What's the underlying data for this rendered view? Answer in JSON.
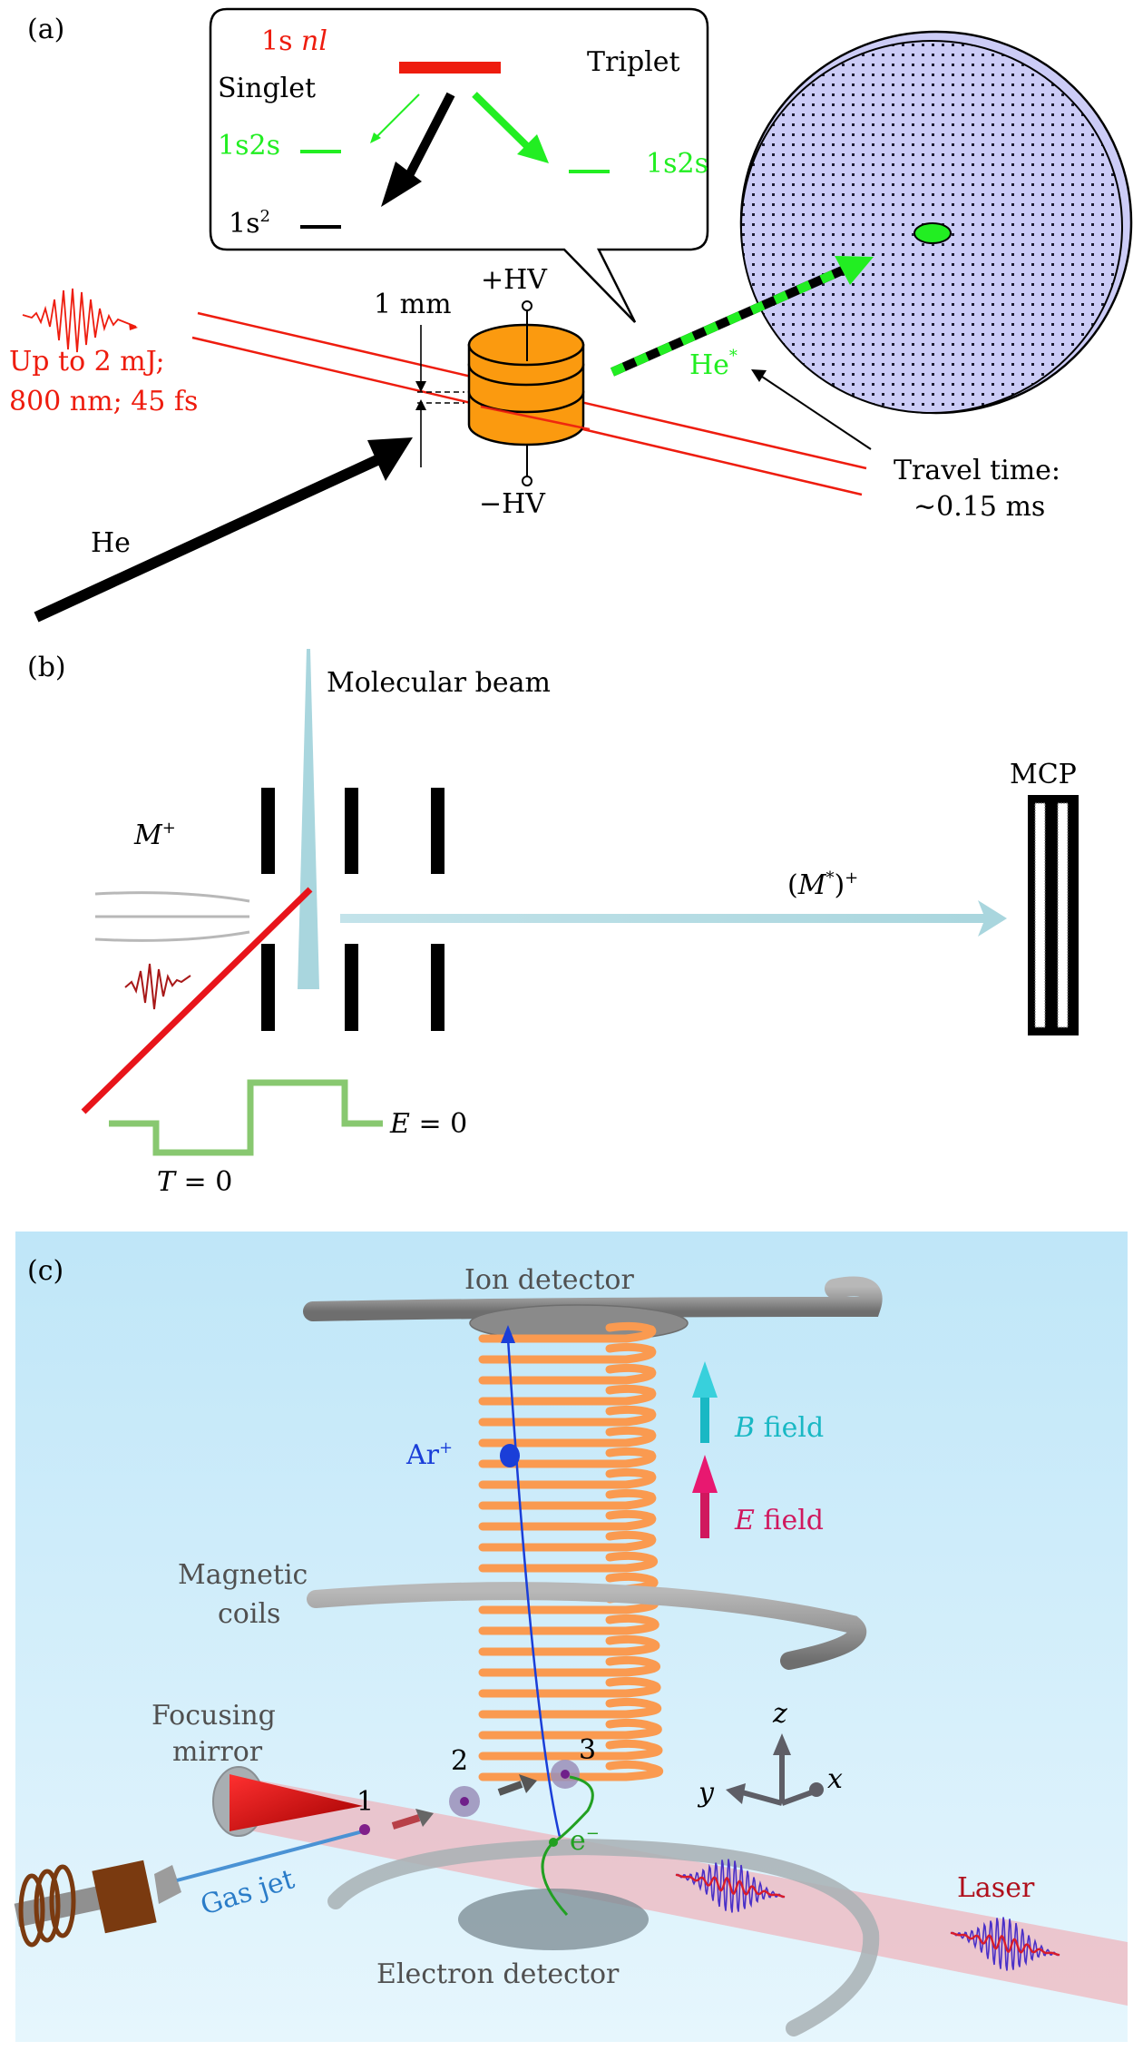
{
  "panel_a": {
    "label": "(a)",
    "level_top": "1s nl",
    "level_top_main": "1s ",
    "level_top_italic": "nl",
    "singlet": "Singlet",
    "triplet": "Triplet",
    "singlet_excited": "1s2s",
    "triplet_excited": "1s2s",
    "ground_base": "1s",
    "ground_sup": "2",
    "gap_label": "1 mm",
    "plus_hv": "+HV",
    "minus_hv": "−HV",
    "laser_line1": "Up to 2 mJ;",
    "laser_line2": "800 nm; 45 fs",
    "he_label": "He",
    "he_star_base": "He",
    "he_star_sup": "*",
    "travel_line1": "Travel time:",
    "travel_line2": "∼0.15 ms",
    "colors": {
      "red": "#ee1c0e",
      "green": "#22ee22",
      "orange": "#fb9a0f",
      "detector": "#ccccf6"
    }
  },
  "panel_b": {
    "label": "(b)",
    "molecular_beam": "Molecular beam",
    "mcp": "MCP",
    "m_plus_base": "M",
    "m_plus_sup": "+",
    "mstar_open": "(",
    "mstar_base": "M",
    "mstar_star": "*",
    "mstar_close": ")",
    "mstar_sup": "+",
    "e_zero_var": "E",
    "e_zero_rest": " = 0",
    "t_zero_var": "T",
    "t_zero_rest": " = 0",
    "colors": {
      "beam": "#a9d6de",
      "laser": "#e8141a",
      "pulse": "#88c870"
    }
  },
  "panel_c": {
    "label": "(c)",
    "ion_detector": "Ion detector",
    "ar_base": "Ar",
    "ar_sup": "+",
    "b_field_var": "B",
    "b_field_rest": " field",
    "e_field_var": "E",
    "e_field_rest": " field",
    "magnetic_line1": "Magnetic",
    "magnetic_line2": "coils",
    "focusing_line1": "Focusing",
    "focusing_line2": "mirror",
    "step1": "1",
    "step2": "2",
    "step3": "3",
    "axis_z": "z",
    "axis_y": "y",
    "axis_x": "x",
    "electron_base": "e",
    "electron_sup": "−",
    "gas_jet": "Gas jet",
    "electron_detector": "Electron detector",
    "laser": "Laser",
    "colors": {
      "bg_top": "#bfe6f8",
      "bg_bottom": "#e6f6fd",
      "coil": "#fa9a50",
      "ion": "#1a3ed8",
      "bfield": "#19b8c4",
      "efield": "#d0185e",
      "laser_beam": "#f4a0a8"
    }
  }
}
